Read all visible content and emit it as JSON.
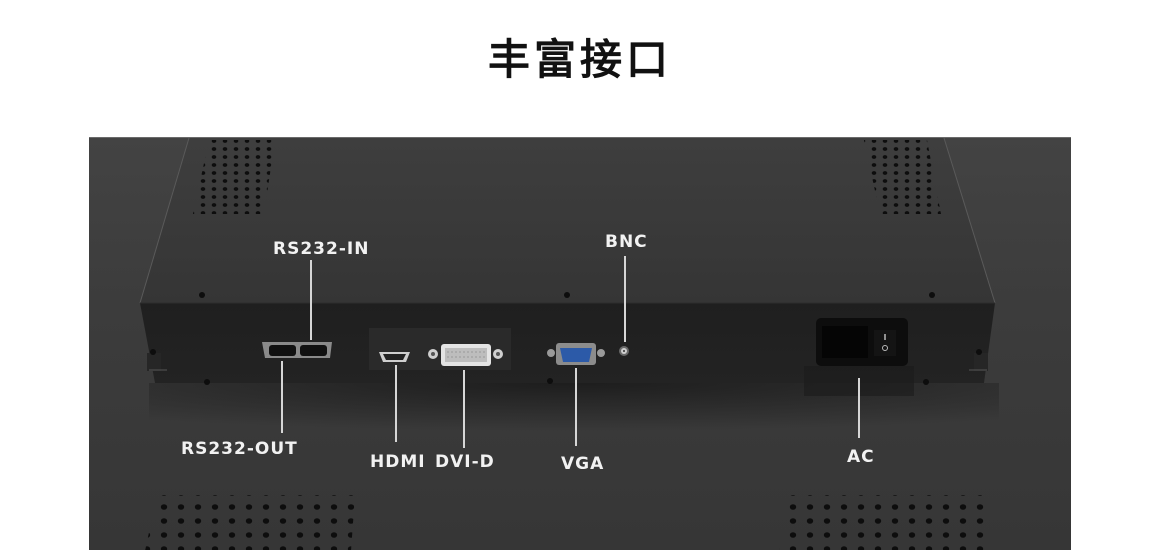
{
  "heading": {
    "title": "丰富接口"
  },
  "product_image": {
    "description": "rear panel of display showing I/O ports",
    "colors": {
      "background": "#3d3d3d",
      "panel_front": "#1e1e1e",
      "label_text": "#f2f2f2",
      "vga_connector": "#2c5aa8"
    },
    "ports": [
      {
        "id": "rs232-in",
        "label": "RS232-IN"
      },
      {
        "id": "rs232-out",
        "label": "RS232-OUT"
      },
      {
        "id": "hdmi",
        "label": "HDMI"
      },
      {
        "id": "dvi-d",
        "label": "DVI-D"
      },
      {
        "id": "vga",
        "label": "VGA"
      },
      {
        "id": "bnc",
        "label": "BNC"
      },
      {
        "id": "ac",
        "label": "AC"
      }
    ],
    "switch_symbols": {
      "on": "I",
      "off": "O"
    }
  }
}
